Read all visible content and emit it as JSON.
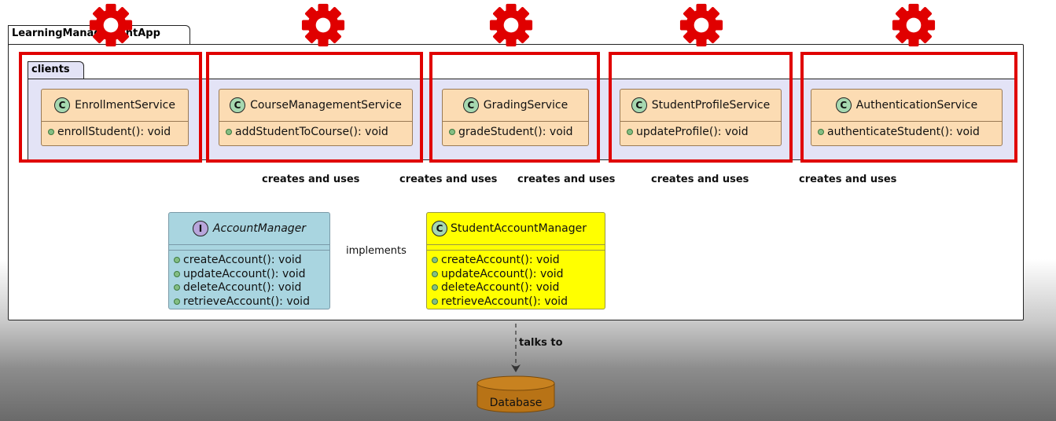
{
  "package": {
    "title": "LearningManagementApp"
  },
  "clients_package": {
    "title": "clients"
  },
  "clients": [
    {
      "name": "EnrollmentService",
      "method": "enrollStudent(): void"
    },
    {
      "name": "CourseManagementService",
      "method": "addStudentToCourse(): void"
    },
    {
      "name": "GradingService",
      "method": "gradeStudent(): void"
    },
    {
      "name": "StudentProfileService",
      "method": "updateProfile(): void"
    },
    {
      "name": "AuthenticationService",
      "method": "authenticateStudent(): void"
    }
  ],
  "edge_labels": {
    "creates_and_uses": "creates and uses",
    "implements": "implements",
    "talks_to": "talks to"
  },
  "interface": {
    "stereotype": "I",
    "name": "AccountManager",
    "methods": [
      "createAccount(): void",
      "updateAccount(): void",
      "deleteAccount(): void",
      "retrieveAccount(): void"
    ]
  },
  "main_class": {
    "stereotype": "C",
    "name": "StudentAccountManager",
    "methods": [
      "createAccount(): void",
      "updateAccount(): void",
      "deleteAccount(): void",
      "retrieveAccount(): void"
    ]
  },
  "database": {
    "label": "Database"
  },
  "class_badge": "C",
  "colors": {
    "highlight_red": "#e00000",
    "client_box": "#fcdcb3",
    "interface_box": "#a9d5e0",
    "main_box": "#ffff00",
    "database": "#b87316",
    "arrow": "#d02020"
  }
}
